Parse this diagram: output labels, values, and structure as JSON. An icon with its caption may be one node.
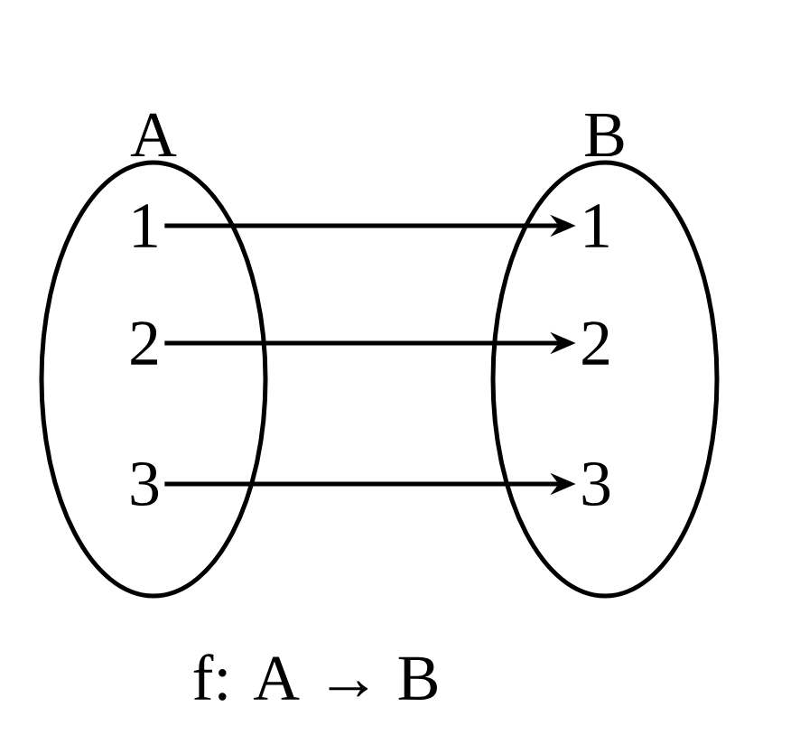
{
  "diagram": {
    "caption": "f: A → B",
    "nodes": [
      {
        "text": [
          "A"
        ]
      },
      {
        "text": [
          "1"
        ],
        "in": 0
      },
      {
        "text": [
          "2"
        ],
        "in": 0
      },
      {
        "text": [
          "3"
        ],
        "in": 0
      },
      {
        "text": [
          "B"
        ]
      },
      {
        "text": [
          "1"
        ],
        "in": 4
      },
      {
        "text": [
          "2"
        ],
        "in": 4
      },
      {
        "text": [
          "3"
        ],
        "in": 4
      }
    ],
    "edges": [
      {
        "from": 1,
        "to": 5,
        "arrow": "to"
      },
      {
        "from": 2,
        "to": 6,
        "arrow": "to"
      },
      {
        "from": 3,
        "to": 7,
        "arrow": "to"
      }
    ]
  }
}
